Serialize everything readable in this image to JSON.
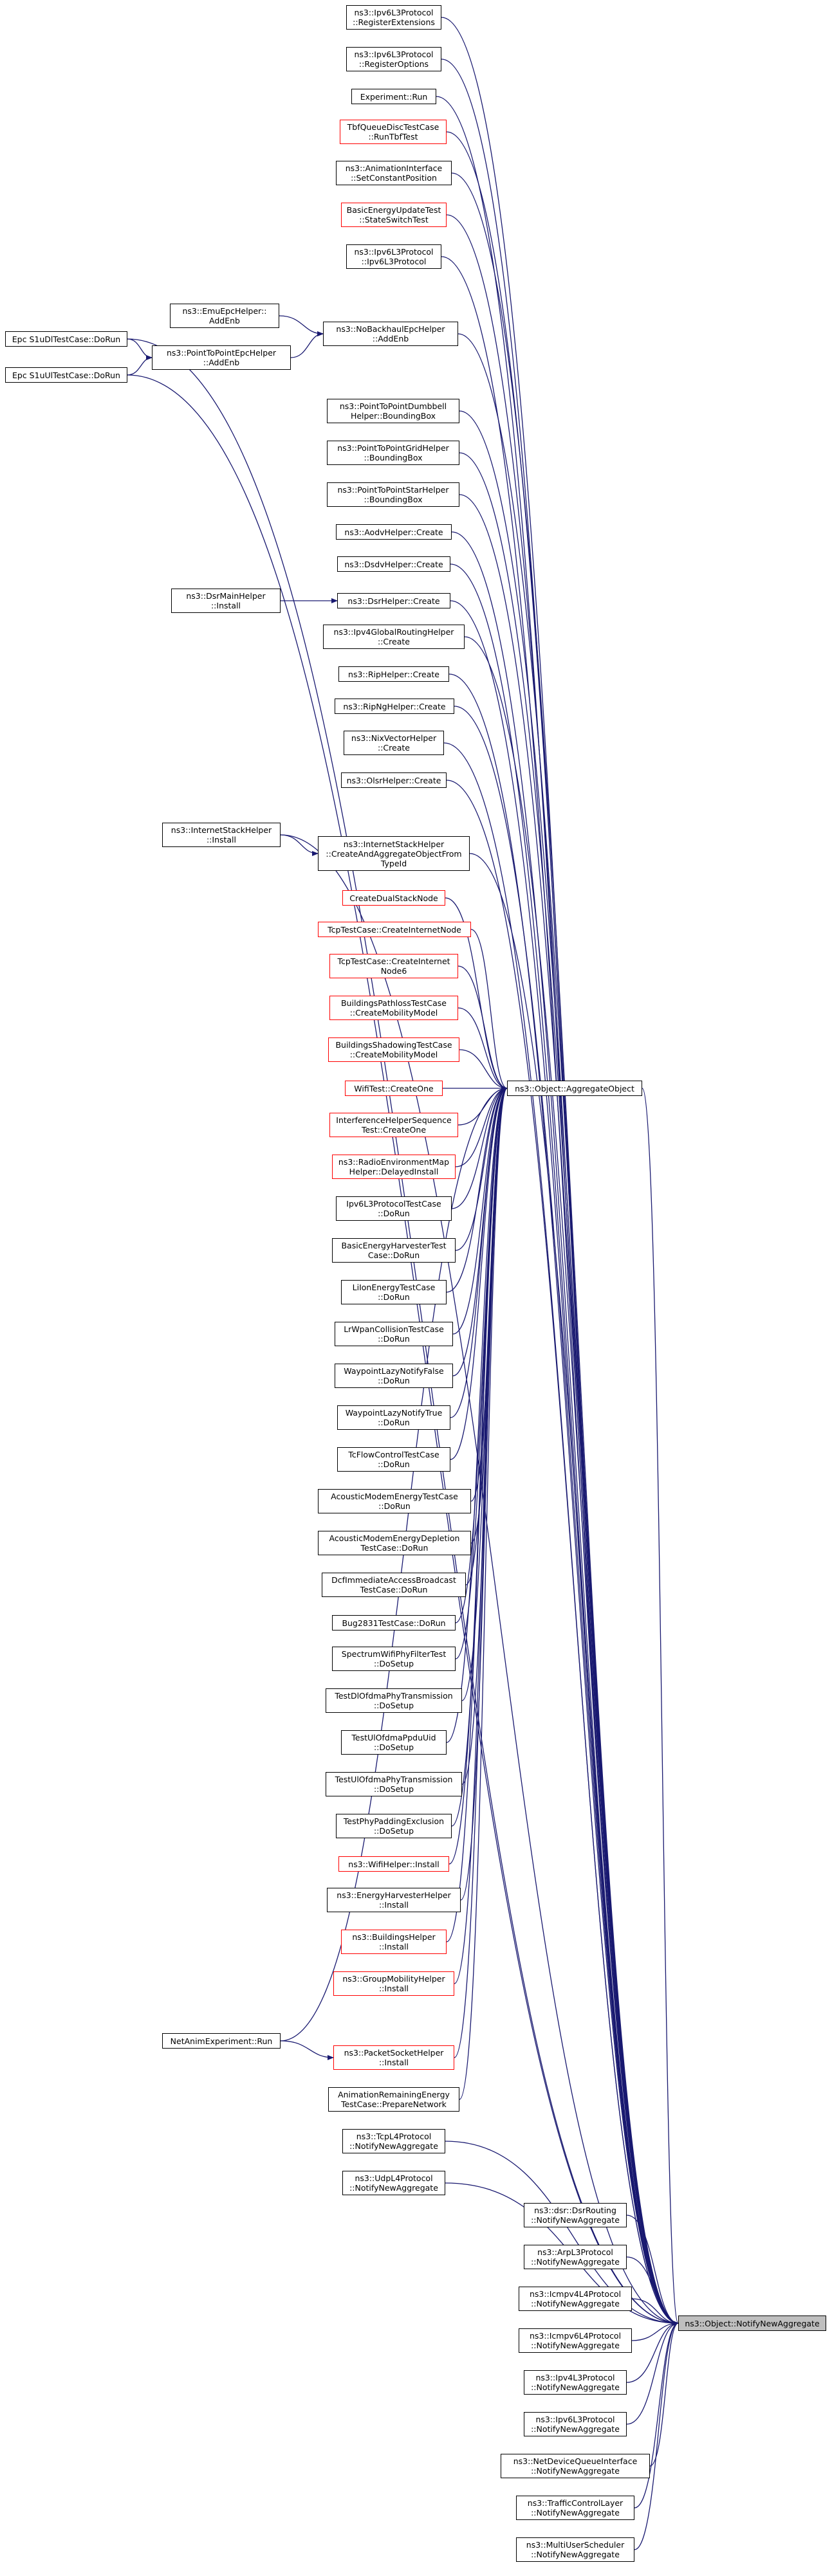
{
  "graph": {
    "title": "",
    "nodes": [
      {
        "id": "n1",
        "label": "ns3::Ipv6L3Protocol\n::RegisterExtensions",
        "style": "black"
      },
      {
        "id": "n2",
        "label": "ns3::Ipv6L3Protocol\n::RegisterOptions",
        "style": "black"
      },
      {
        "id": "n3",
        "label": "Experiment::Run",
        "style": "black"
      },
      {
        "id": "n4",
        "label": "TbfQueueDiscTestCase\n::RunTbfTest",
        "style": "red"
      },
      {
        "id": "n5",
        "label": "ns3::AnimationInterface\n::SetConstantPosition",
        "style": "black"
      },
      {
        "id": "n6",
        "label": "BasicEnergyUpdateTest\n::StateSwitchTest",
        "style": "red"
      },
      {
        "id": "n7",
        "label": "ns3::Ipv6L3Protocol\n::Ipv6L3Protocol",
        "style": "black"
      },
      {
        "id": "n8",
        "label": "ns3::EmuEpcHelper::\nAddEnb",
        "style": "black"
      },
      {
        "id": "n9",
        "label": "ns3::NoBackhaulEpcHelper\n::AddEnb",
        "style": "black"
      },
      {
        "id": "n10",
        "label": "Epc S1uDlTestCase::DoRun",
        "style": "black"
      },
      {
        "id": "n11",
        "label": "ns3::PointToPointEpcHelper\n::AddEnb",
        "style": "black"
      },
      {
        "id": "n12",
        "label": "Epc S1uUlTestCase::DoRun",
        "style": "black"
      },
      {
        "id": "n13",
        "label": "ns3::PointToPointDumbbell\nHelper::BoundingBox",
        "style": "black"
      },
      {
        "id": "n14",
        "label": "ns3::PointToPointGridHelper\n::BoundingBox",
        "style": "black"
      },
      {
        "id": "n15",
        "label": "ns3::PointToPointStarHelper\n::BoundingBox",
        "style": "black"
      },
      {
        "id": "n16",
        "label": "ns3::AodvHelper::Create",
        "style": "black"
      },
      {
        "id": "n17",
        "label": "ns3::DsdvHelper::Create",
        "style": "black"
      },
      {
        "id": "n18",
        "label": "ns3::DsrMainHelper\n::Install",
        "style": "black"
      },
      {
        "id": "n19",
        "label": "ns3::DsrHelper::Create",
        "style": "black"
      },
      {
        "id": "n20",
        "label": "ns3::Ipv4GlobalRoutingHelper\n::Create",
        "style": "black"
      },
      {
        "id": "n21",
        "label": "ns3::RipHelper::Create",
        "style": "black"
      },
      {
        "id": "n22",
        "label": "ns3::RipNgHelper::Create",
        "style": "black"
      },
      {
        "id": "n23",
        "label": "ns3::NixVectorHelper\n::Create",
        "style": "black"
      },
      {
        "id": "n24",
        "label": "ns3::OlsrHelper::Create",
        "style": "black"
      },
      {
        "id": "n25",
        "label": "ns3::InternetStackHelper\n::Install",
        "style": "black"
      },
      {
        "id": "n26",
        "label": "ns3::InternetStackHelper\n::CreateAndAggregateObjectFrom\nTypeId",
        "style": "black"
      },
      {
        "id": "n27",
        "label": "CreateDualStackNode",
        "style": "red"
      },
      {
        "id": "n28",
        "label": "TcpTestCase::CreateInternetNode",
        "style": "red"
      },
      {
        "id": "n29",
        "label": "TcpTestCase::CreateInternet\nNode6",
        "style": "red"
      },
      {
        "id": "n30",
        "label": "BuildingsPathlossTestCase\n::CreateMobilityModel",
        "style": "red"
      },
      {
        "id": "n31",
        "label": "BuildingsShadowingTestCase\n::CreateMobilityModel",
        "style": "red"
      },
      {
        "id": "n32",
        "label": "WifiTest::CreateOne",
        "style": "red"
      },
      {
        "id": "n33",
        "label": "ns3::Object::AggregateObject",
        "style": "black"
      },
      {
        "id": "n34",
        "label": "InterferenceHelperSequence\nTest::CreateOne",
        "style": "red"
      },
      {
        "id": "n35",
        "label": "ns3::RadioEnvironmentMap\nHelper::DelayedInstall",
        "style": "red"
      },
      {
        "id": "n36",
        "label": "Ipv6L3ProtocolTestCase\n::DoRun",
        "style": "black"
      },
      {
        "id": "n37",
        "label": "BasicEnergyHarvesterTest\nCase::DoRun",
        "style": "black"
      },
      {
        "id": "n38",
        "label": "LiIonEnergyTestCase\n::DoRun",
        "style": "black"
      },
      {
        "id": "n39",
        "label": "LrWpanCollisionTestCase\n::DoRun",
        "style": "black"
      },
      {
        "id": "n40",
        "label": "WaypointLazyNotifyFalse\n::DoRun",
        "style": "black"
      },
      {
        "id": "n41",
        "label": "WaypointLazyNotifyTrue\n::DoRun",
        "style": "black"
      },
      {
        "id": "n42",
        "label": "TcFlowControlTestCase\n::DoRun",
        "style": "black"
      },
      {
        "id": "n43",
        "label": "AcousticModemEnergyTestCase\n::DoRun",
        "style": "black"
      },
      {
        "id": "n44",
        "label": "AcousticModemEnergyDepletion\nTestCase::DoRun",
        "style": "black"
      },
      {
        "id": "n45",
        "label": "DcfImmediateAccessBroadcast\nTestCase::DoRun",
        "style": "black"
      },
      {
        "id": "n46",
        "label": "Bug2831TestCase::DoRun",
        "style": "black"
      },
      {
        "id": "n47",
        "label": "SpectrumWifiPhyFilterTest\n::DoSetup",
        "style": "black"
      },
      {
        "id": "n48",
        "label": "TestDlOfdmaPhyTransmission\n::DoSetup",
        "style": "black"
      },
      {
        "id": "n49",
        "label": "TestUlOfdmaPpduUid\n::DoSetup",
        "style": "black"
      },
      {
        "id": "n50",
        "label": "TestUlOfdmaPhyTransmission\n::DoSetup",
        "style": "black"
      },
      {
        "id": "n51",
        "label": "TestPhyPaddingExclusion\n::DoSetup",
        "style": "black"
      },
      {
        "id": "n52",
        "label": "ns3::WifiHelper::Install",
        "style": "red"
      },
      {
        "id": "n53",
        "label": "ns3::EnergyHarvesterHelper\n::Install",
        "style": "black"
      },
      {
        "id": "n54",
        "label": "ns3::BuildingsHelper\n::Install",
        "style": "red"
      },
      {
        "id": "n55",
        "label": "ns3::GroupMobilityHelper\n::Install",
        "style": "red"
      },
      {
        "id": "n56",
        "label": "NetAnimExperiment::Run",
        "style": "black"
      },
      {
        "id": "n57",
        "label": "ns3::PacketSocketHelper\n::Install",
        "style": "red"
      },
      {
        "id": "n58",
        "label": "AnimationRemainingEnergy\nTestCase::PrepareNetwork",
        "style": "black"
      },
      {
        "id": "n59",
        "label": "ns3::TcpL4Protocol\n::NotifyNewAggregate",
        "style": "black"
      },
      {
        "id": "n60",
        "label": "ns3::UdpL4Protocol\n::NotifyNewAggregate",
        "style": "black"
      },
      {
        "id": "n61",
        "label": "ns3::dsr::DsrRouting\n::NotifyNewAggregate",
        "style": "black"
      },
      {
        "id": "n62",
        "label": "ns3::ArpL3Protocol\n::NotifyNewAggregate",
        "style": "black"
      },
      {
        "id": "n63",
        "label": "ns3::Icmpv4L4Protocol\n::NotifyNewAggregate",
        "style": "black"
      },
      {
        "id": "n64",
        "label": "ns3::Object::NotifyNewAggregate",
        "style": "selected"
      },
      {
        "id": "n65",
        "label": "ns3::Icmpv6L4Protocol\n::NotifyNewAggregate",
        "style": "black"
      },
      {
        "id": "n66",
        "label": "ns3::Ipv4L3Protocol\n::NotifyNewAggregate",
        "style": "black"
      },
      {
        "id": "n67",
        "label": "ns3::Ipv6L3Protocol\n::NotifyNewAggregate",
        "style": "black"
      },
      {
        "id": "n68",
        "label": "ns3::NetDeviceQueueInterface\n::NotifyNewAggregate",
        "style": "black"
      },
      {
        "id": "n69",
        "label": "ns3::TrafficControlLayer\n::NotifyNewAggregate",
        "style": "black"
      },
      {
        "id": "n70",
        "label": "ns3::MultiUserScheduler\n::NotifyNewAggregate",
        "style": "black"
      }
    ],
    "edges": [
      [
        "n1",
        "n64"
      ],
      [
        "n2",
        "n64"
      ],
      [
        "n3",
        "n64"
      ],
      [
        "n4",
        "n64"
      ],
      [
        "n5",
        "n64"
      ],
      [
        "n6",
        "n64"
      ],
      [
        "n7",
        "n64"
      ],
      [
        "n8",
        "n9"
      ],
      [
        "n9",
        "n64"
      ],
      [
        "n10",
        "n64"
      ],
      [
        "n10",
        "n11"
      ],
      [
        "n11",
        "n9"
      ],
      [
        "n12",
        "n11"
      ],
      [
        "n12",
        "n64"
      ],
      [
        "n13",
        "n64"
      ],
      [
        "n14",
        "n64"
      ],
      [
        "n15",
        "n64"
      ],
      [
        "n16",
        "n64"
      ],
      [
        "n17",
        "n64"
      ],
      [
        "n18",
        "n19"
      ],
      [
        "n19",
        "n64"
      ],
      [
        "n20",
        "n64"
      ],
      [
        "n21",
        "n64"
      ],
      [
        "n22",
        "n64"
      ],
      [
        "n23",
        "n64"
      ],
      [
        "n24",
        "n64"
      ],
      [
        "n25",
        "n64"
      ],
      [
        "n25",
        "n26"
      ],
      [
        "n26",
        "n64"
      ],
      [
        "n27",
        "n33"
      ],
      [
        "n28",
        "n33"
      ],
      [
        "n29",
        "n33"
      ],
      [
        "n30",
        "n33"
      ],
      [
        "n31",
        "n33"
      ],
      [
        "n32",
        "n33"
      ],
      [
        "n33",
        "n64"
      ],
      [
        "n34",
        "n33"
      ],
      [
        "n35",
        "n33"
      ],
      [
        "n36",
        "n33"
      ],
      [
        "n37",
        "n33"
      ],
      [
        "n38",
        "n33"
      ],
      [
        "n39",
        "n33"
      ],
      [
        "n40",
        "n33"
      ],
      [
        "n41",
        "n33"
      ],
      [
        "n42",
        "n33"
      ],
      [
        "n43",
        "n33"
      ],
      [
        "n44",
        "n33"
      ],
      [
        "n45",
        "n33"
      ],
      [
        "n46",
        "n33"
      ],
      [
        "n47",
        "n33"
      ],
      [
        "n48",
        "n33"
      ],
      [
        "n49",
        "n33"
      ],
      [
        "n50",
        "n33"
      ],
      [
        "n51",
        "n33"
      ],
      [
        "n52",
        "n33"
      ],
      [
        "n53",
        "n33"
      ],
      [
        "n54",
        "n33"
      ],
      [
        "n55",
        "n33"
      ],
      [
        "n56",
        "n33"
      ],
      [
        "n56",
        "n57"
      ],
      [
        "n57",
        "n33"
      ],
      [
        "n58",
        "n33"
      ],
      [
        "n59",
        "n64"
      ],
      [
        "n60",
        "n64"
      ],
      [
        "n61",
        "n64"
      ],
      [
        "n62",
        "n64"
      ],
      [
        "n63",
        "n64"
      ],
      [
        "n65",
        "n64"
      ],
      [
        "n66",
        "n64"
      ],
      [
        "n67",
        "n64"
      ],
      [
        "n68",
        "n64"
      ],
      [
        "n69",
        "n64"
      ],
      [
        "n70",
        "n64"
      ]
    ],
    "colors": {
      "edge": "#191970",
      "node_border": "#000000",
      "caller_border": "#ff0000",
      "selected_fill": "#bfbfbf"
    }
  }
}
